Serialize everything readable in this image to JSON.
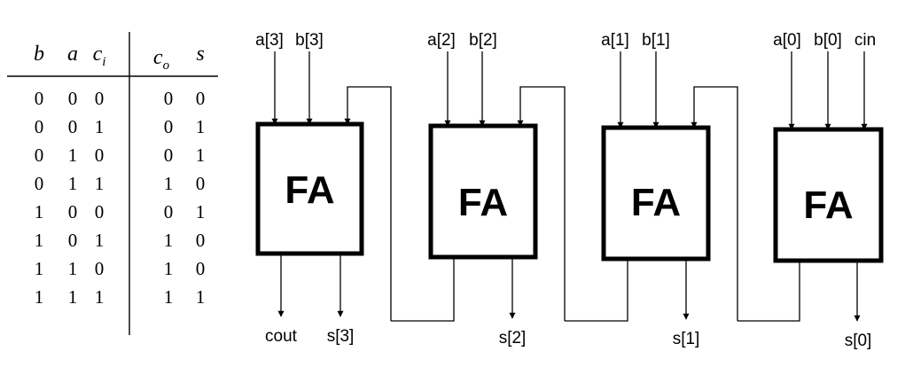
{
  "truth_table": {
    "headers": [
      {
        "main": "b",
        "sub": ""
      },
      {
        "main": "a",
        "sub": ""
      },
      {
        "main": "c",
        "sub": "i"
      },
      {
        "main": "c",
        "sub": "o"
      },
      {
        "main": "s",
        "sub": ""
      }
    ],
    "rows": [
      [
        "0",
        "0",
        "0",
        "0",
        "0"
      ],
      [
        "0",
        "0",
        "1",
        "0",
        "1"
      ],
      [
        "0",
        "1",
        "0",
        "0",
        "1"
      ],
      [
        "0",
        "1",
        "1",
        "1",
        "0"
      ],
      [
        "1",
        "0",
        "0",
        "0",
        "1"
      ],
      [
        "1",
        "0",
        "1",
        "1",
        "0"
      ],
      [
        "1",
        "1",
        "0",
        "1",
        "0"
      ],
      [
        "1",
        "1",
        "1",
        "1",
        "1"
      ]
    ]
  },
  "adders": [
    {
      "label": "FA",
      "inputs": [
        "a[3]",
        "b[3]"
      ],
      "carry_out": "cout",
      "sum": "s[3]"
    },
    {
      "label": "FA",
      "inputs": [
        "a[2]",
        "b[2]"
      ],
      "sum": "s[2]"
    },
    {
      "label": "FA",
      "inputs": [
        "a[1]",
        "b[1]"
      ],
      "sum": "s[1]"
    },
    {
      "label": "FA",
      "inputs": [
        "a[0]",
        "b[0]",
        "cin"
      ],
      "sum": "s[0]"
    }
  ]
}
